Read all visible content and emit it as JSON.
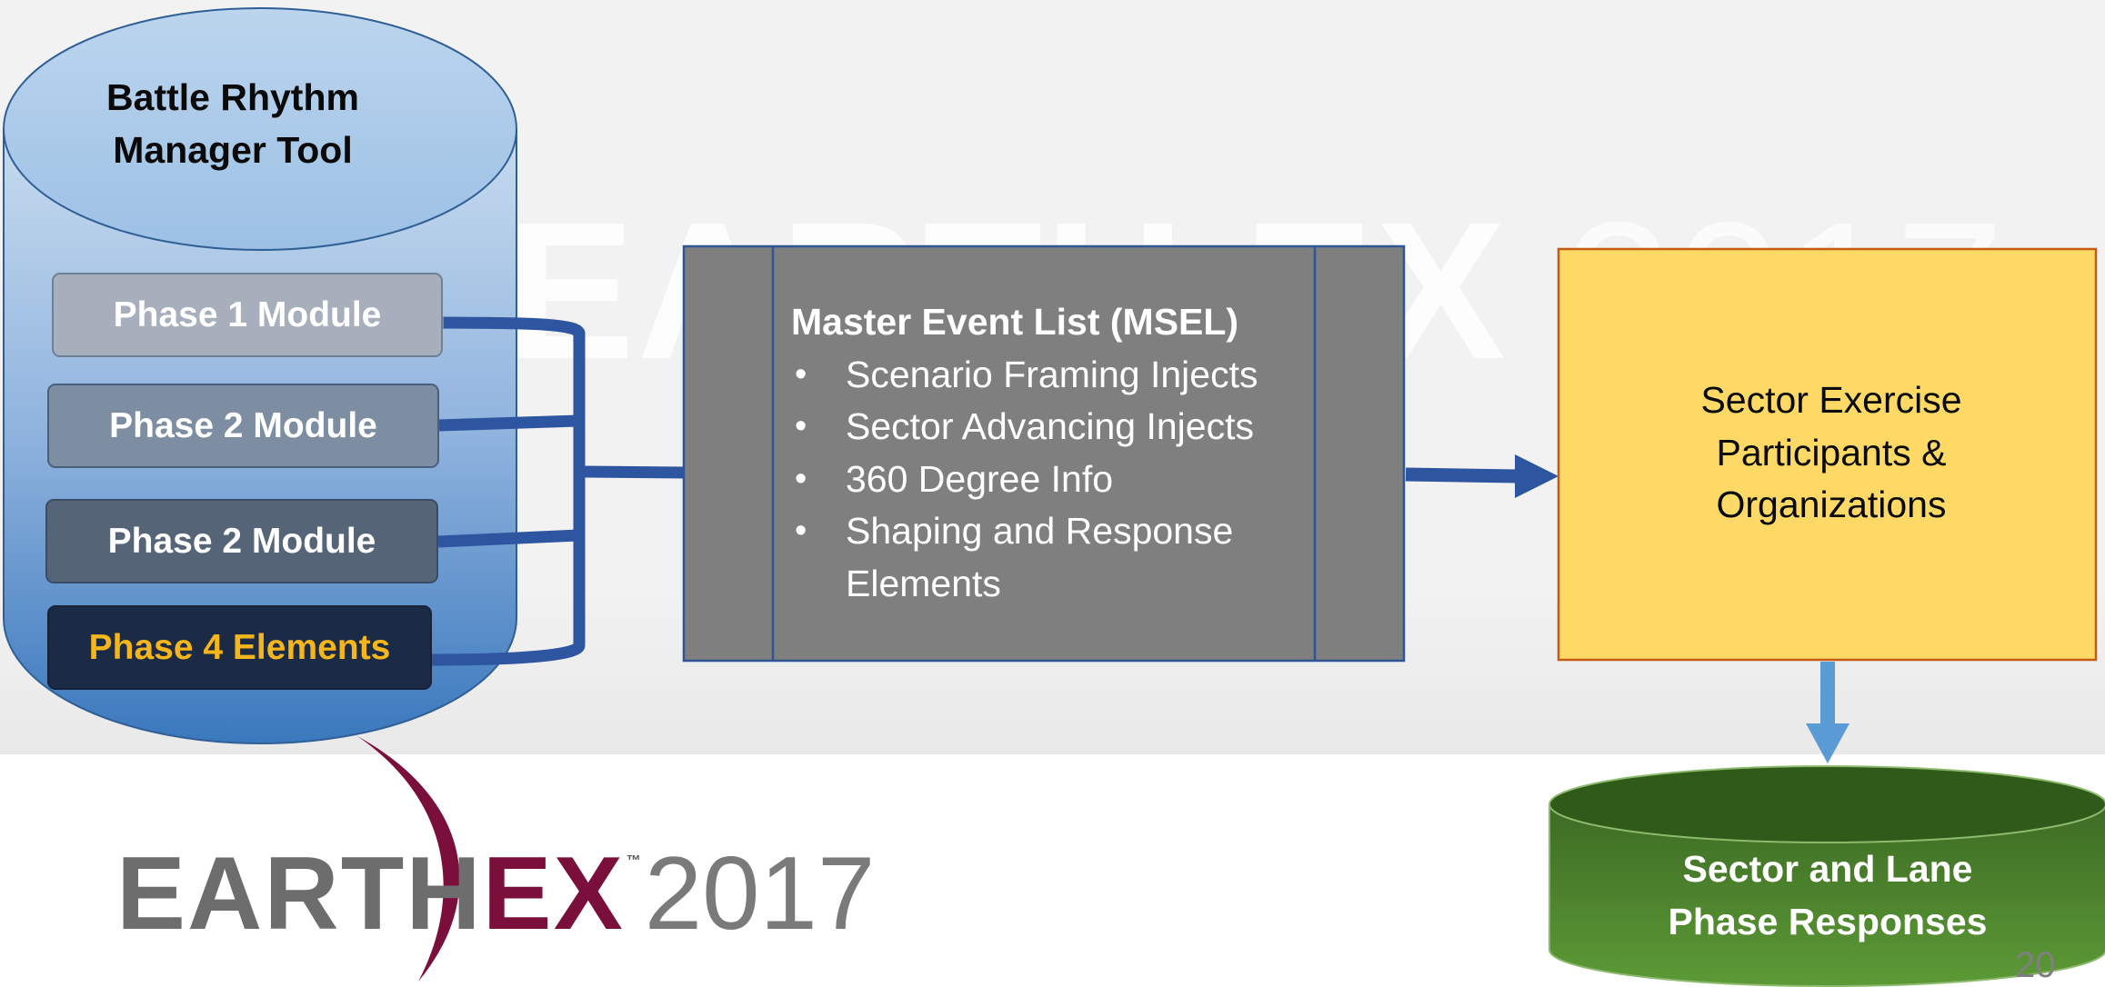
{
  "watermark": {
    "brand": "EARTH EX",
    "year": "2017"
  },
  "tool": {
    "title_line1": "Battle Rhythm",
    "title_line2": "Manager Tool",
    "modules": [
      {
        "label": "Phase 1 Module"
      },
      {
        "label": "Phase 2 Module"
      },
      {
        "label": "Phase 2 Module"
      },
      {
        "label": "Phase 4 Elements"
      }
    ]
  },
  "msel": {
    "title": "Master Event List (MSEL)",
    "bullets": [
      "Scenario Framing Injects",
      "Sector Advancing Injects",
      "360 Degree Info",
      "Shaping and Response",
      "Elements"
    ]
  },
  "sector": {
    "line1": "Sector Exercise",
    "line2": "Participants &",
    "line3": "Organizations"
  },
  "responses": {
    "line1": "Sector and Lane",
    "line2": "Phase Responses"
  },
  "logo": {
    "earth": "EARTH",
    "ex": "EX",
    "tm": "™",
    "year": "2017"
  },
  "page_number": "20",
  "colors": {
    "connector_blue": "#2e55a0",
    "arrow_light_blue": "#5b9bd5",
    "msel_gray": "#7f7f7f",
    "sector_yellow": "#fed966",
    "sector_border": "#c55a11",
    "responses_green": "#4e8a2e",
    "phase4_text": "#f4b61a",
    "logo_maroon": "#7a0f3c"
  }
}
